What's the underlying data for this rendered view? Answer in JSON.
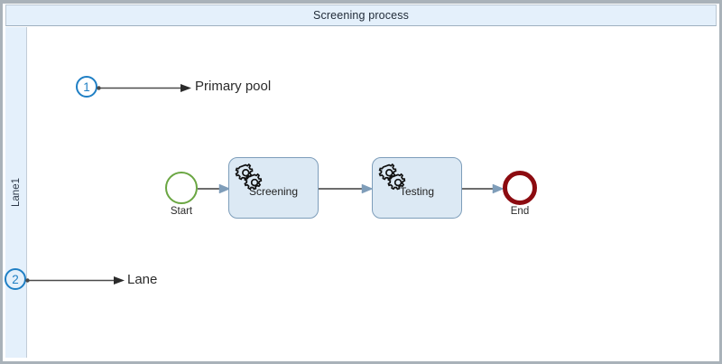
{
  "window": {
    "pool_title": "Screening process"
  },
  "lane": {
    "strip_label": "Lane1"
  },
  "diagram": {
    "type": "bpmn-process",
    "nodes": [
      {
        "id": "start",
        "kind": "start-event",
        "label": "Start"
      },
      {
        "id": "screening",
        "kind": "service-task",
        "label": "Screening",
        "icon": "gears-icon"
      },
      {
        "id": "testing",
        "kind": "service-task",
        "label": "Testing",
        "icon": "gears-icon"
      },
      {
        "id": "end",
        "kind": "end-event",
        "label": "End"
      }
    ],
    "flows": [
      {
        "from": "start",
        "to": "screening"
      },
      {
        "from": "screening",
        "to": "testing"
      },
      {
        "from": "testing",
        "to": "end"
      }
    ]
  },
  "callouts": [
    {
      "number": "1",
      "label": "Primary pool"
    },
    {
      "number": "2",
      "label": "Lane"
    }
  ],
  "colors": {
    "title_bar_bg": "#e4f0fb",
    "lane_strip_bg": "#e4f0fb",
    "task_fill": "#dce9f4",
    "task_border": "#7d9dba",
    "start_event_border": "#6aa642",
    "end_event_border": "#8c0b10",
    "callout_accent": "#1f7fc4",
    "arrow_head": "#7f9db9",
    "frame_border": "#a9b2b9"
  }
}
